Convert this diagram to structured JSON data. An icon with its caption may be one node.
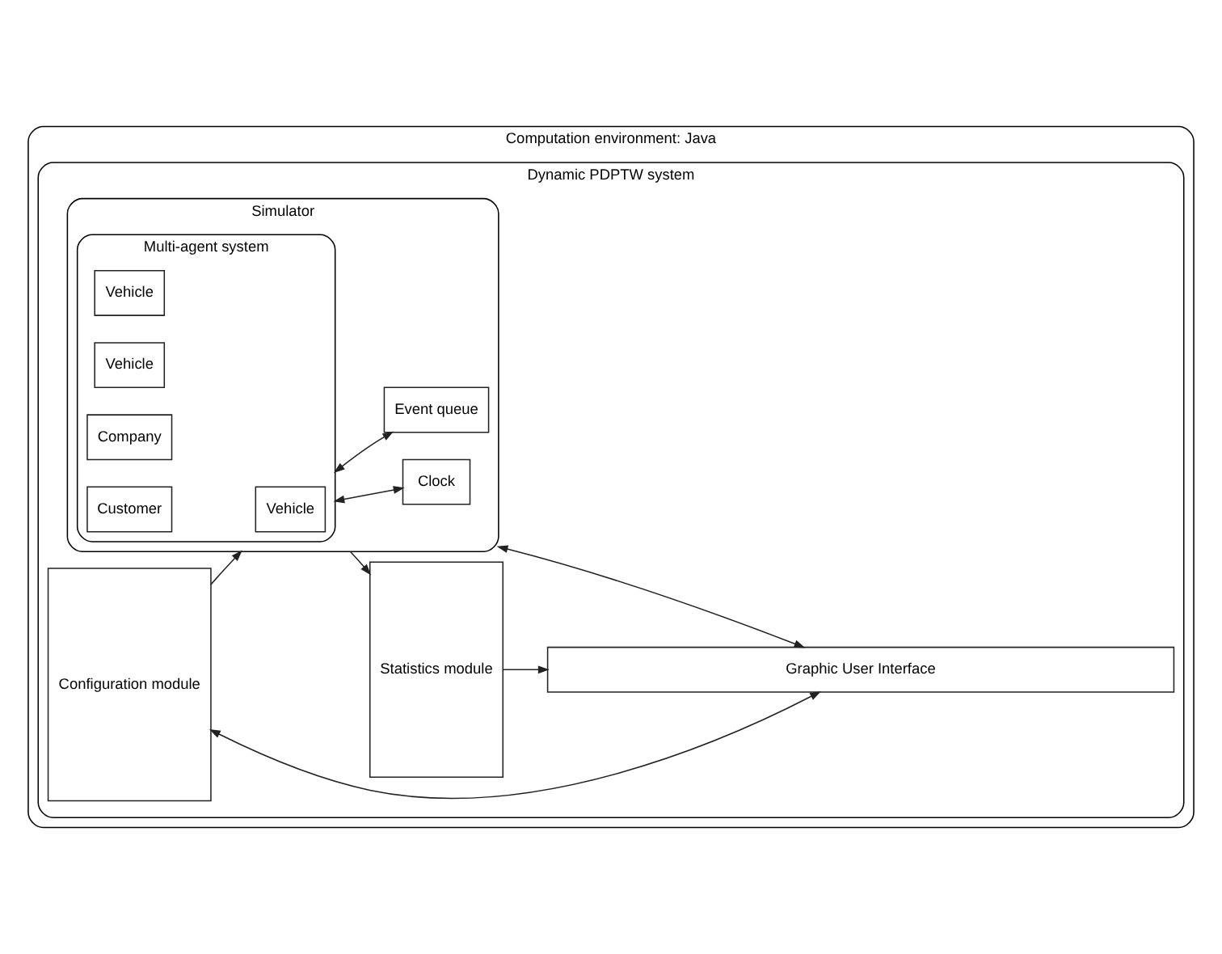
{
  "diagram": {
    "nodes": [
      {
        "text": [
          "Computation environment: Java"
        ]
      },
      {
        "text": [
          "Dynamic PDPTW system"
        ],
        "in": 0
      },
      {
        "text": [
          "Configuration module"
        ],
        "in": 1
      },
      {
        "text": [
          "Simulator"
        ],
        "in": 1
      },
      {
        "text": [
          "Multi-agent system"
        ],
        "in": 3
      },
      {
        "text": [
          "Vehicle"
        ],
        "in": 4
      },
      {
        "text": [
          "Vehicle"
        ],
        "in": 4
      },
      {
        "text": [
          "Vehicle"
        ],
        "in": 4
      },
      {
        "text": [
          "Company"
        ],
        "in": 4
      },
      {
        "text": [
          "Customer"
        ],
        "in": 4
      },
      {
        "text": [
          "Clock"
        ],
        "in": 3
      },
      {
        "text": [
          "Event queue"
        ],
        "in": 3
      },
      {
        "text": [
          "Statistics module"
        ],
        "in": 1
      },
      {
        "text": [
          "Graphic User Interface"
        ],
        "in": 1
      }
    ],
    "edges": [
      {
        "from": 2,
        "to": 3,
        "arrow": "to"
      },
      {
        "from": 4,
        "to": 10,
        "arrow": "both"
      },
      {
        "from": 4,
        "to": 11,
        "arrow": "both"
      },
      {
        "from": 3,
        "to": 12,
        "arrow": "to"
      },
      {
        "from": 2,
        "to": 13,
        "arrow": "both"
      },
      {
        "from": 3,
        "to": 13,
        "arrow": "both"
      },
      {
        "from": 12,
        "to": 13,
        "arrow": "to"
      }
    ]
  }
}
